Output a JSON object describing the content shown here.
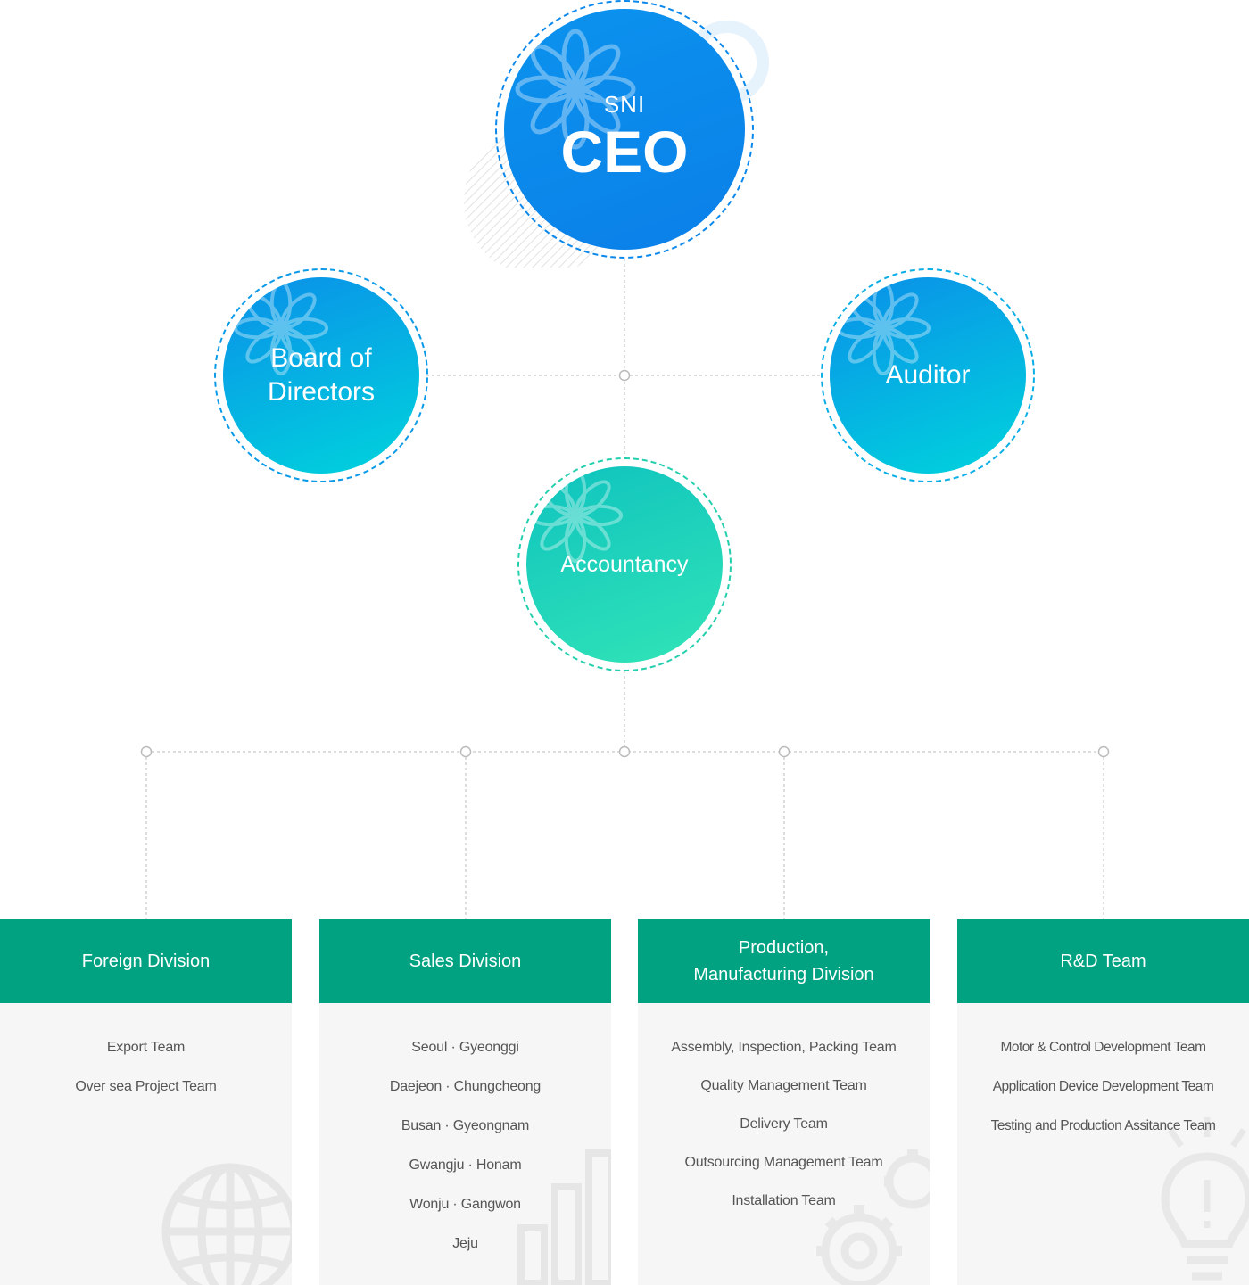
{
  "nodes": {
    "ceo": {
      "prefix": "SNI",
      "title": "CEO"
    },
    "board": {
      "line1": "Board of",
      "line2": "Directors"
    },
    "auditor": {
      "title": "Auditor"
    },
    "accountancy": {
      "title": "Accountancy"
    }
  },
  "divisions": [
    {
      "title_line1": "Foreign Division",
      "title_line2": "",
      "teams": [
        "Export Team",
        "Over sea Project Team"
      ]
    },
    {
      "title_line1": "Sales Division",
      "title_line2": "",
      "teams": [
        "Seoul · Gyeonggi",
        "Daejeon · Chungcheong",
        "Busan · Gyeongnam",
        "Gwangju · Honam",
        "Wonju · Gangwon",
        "Jeju"
      ]
    },
    {
      "title_line1": "Production,",
      "title_line2": "Manufacturing Division",
      "teams": [
        "Assembly, Inspection, Packing Team",
        "Quality Management Team",
        "Delivery Team",
        "Outsourcing Management Team",
        "Installation Team"
      ]
    },
    {
      "title_line1": "R&D Team",
      "title_line2": "",
      "teams": [
        "Motor & Control Development Team",
        "Application Device Development Team",
        "Testing and Production Assitance Team"
      ]
    }
  ],
  "colors": {
    "ceo_blue": "#0b88eb",
    "blue_to_cyan_start": "#0a8fe9",
    "blue_to_cyan_end": "#00d4dc",
    "accountancy_start": "#0fc3bf",
    "accountancy_end": "#31e4b7",
    "division_green": "#00a281",
    "panel_bg": "#f6f6f6",
    "connector": "#bbbbbb"
  },
  "icons": [
    "flower-watermark-icon",
    "globe-icon",
    "bar-chart-icon",
    "gear-icon",
    "lightbulb-icon"
  ]
}
